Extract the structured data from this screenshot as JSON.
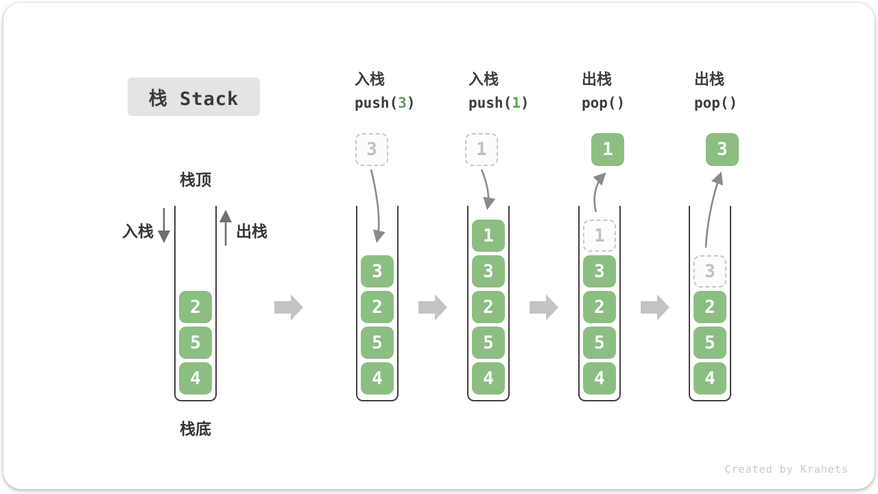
{
  "title": "栈 Stack",
  "labels": {
    "stack_top": "栈顶",
    "stack_bottom": "栈底",
    "push_cn": "入栈",
    "pop_cn": "出栈"
  },
  "operations": [
    {
      "name_cn": "入栈",
      "fn": "push(",
      "arg": "3",
      "close": ")"
    },
    {
      "name_cn": "入栈",
      "fn": "push(",
      "arg": "1",
      "close": ")"
    },
    {
      "name_cn": "出栈",
      "fn": "pop(",
      "arg": "",
      "close": ")"
    },
    {
      "name_cn": "出栈",
      "fn": "pop(",
      "arg": "",
      "close": ")"
    }
  ],
  "stacks": [
    {
      "cells": [
        "2",
        "5",
        "4"
      ]
    },
    {
      "flying": "3",
      "flying_ghost": true,
      "cells": [
        "3",
        "2",
        "5",
        "4"
      ]
    },
    {
      "flying": "1",
      "flying_ghost": true,
      "cells": [
        "1",
        "3",
        "2",
        "5",
        "4"
      ]
    },
    {
      "flying": "1",
      "flying_ghost": false,
      "ghost_cell": "1",
      "cells": [
        "3",
        "2",
        "5",
        "4"
      ]
    },
    {
      "flying": "3",
      "flying_ghost": false,
      "ghost_cell": "3",
      "cells": [
        "2",
        "5",
        "4"
      ]
    }
  ],
  "colors": {
    "cell_green": "#8CBE82",
    "code_arg_green": "#5BA352",
    "dark_text": "#3C3C3C",
    "ghost_gray": "#C8C8C8",
    "flow_arrow_gray": "#C3C3C3",
    "curve_arrow_gray": "#8A8A8A",
    "title_bg": "#E4E4E4"
  },
  "watermark": "Created by Krahets"
}
